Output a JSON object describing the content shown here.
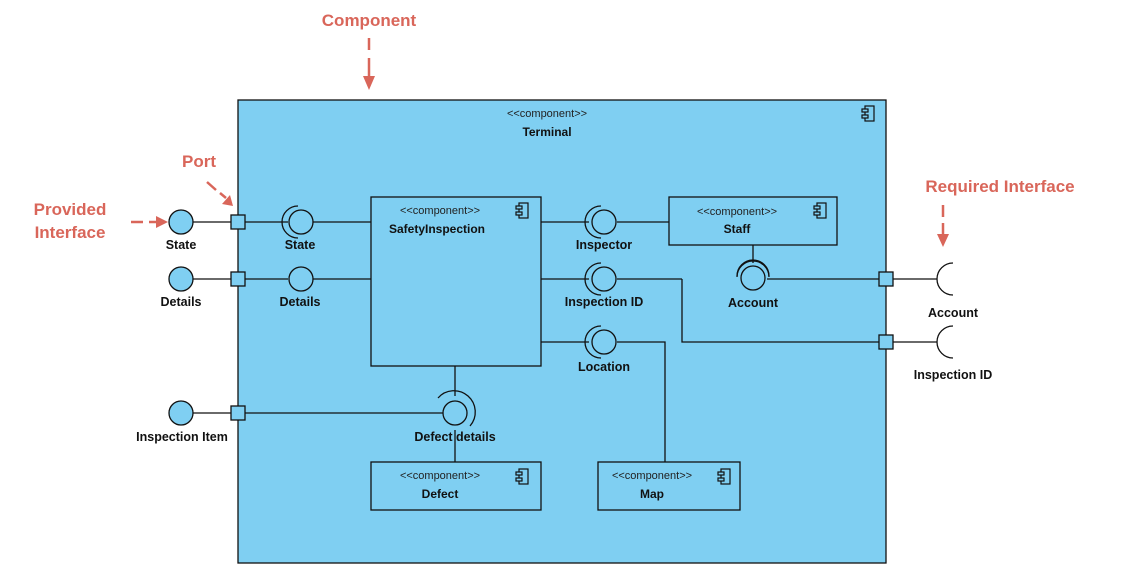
{
  "annotations": {
    "component": "Component",
    "port": "Port",
    "provided_line1": "Provided",
    "provided_line2": "Interface",
    "required": "Required Interface"
  },
  "components": {
    "terminal": {
      "stereotype": "<<component>>",
      "name": "Terminal"
    },
    "safety_inspection": {
      "stereotype": "<<component>>",
      "name": "SafetyInspection"
    },
    "staff": {
      "stereotype": "<<component>>",
      "name": "Staff"
    },
    "defect": {
      "stereotype": "<<component>>",
      "name": "Defect"
    },
    "map": {
      "stereotype": "<<component>>",
      "name": "Map"
    }
  },
  "interfaces": {
    "state_outer": "State",
    "details_outer": "Details",
    "inspection_item": "Inspection Item",
    "state_inner": "State",
    "details_inner": "Details",
    "inspector": "Inspector",
    "inspection_id_inner": "Inspection ID",
    "location": "Location",
    "account_inner": "Account",
    "defect_details": "Defect details",
    "account_outer": "Account",
    "inspection_id_outer": "Inspection ID"
  }
}
